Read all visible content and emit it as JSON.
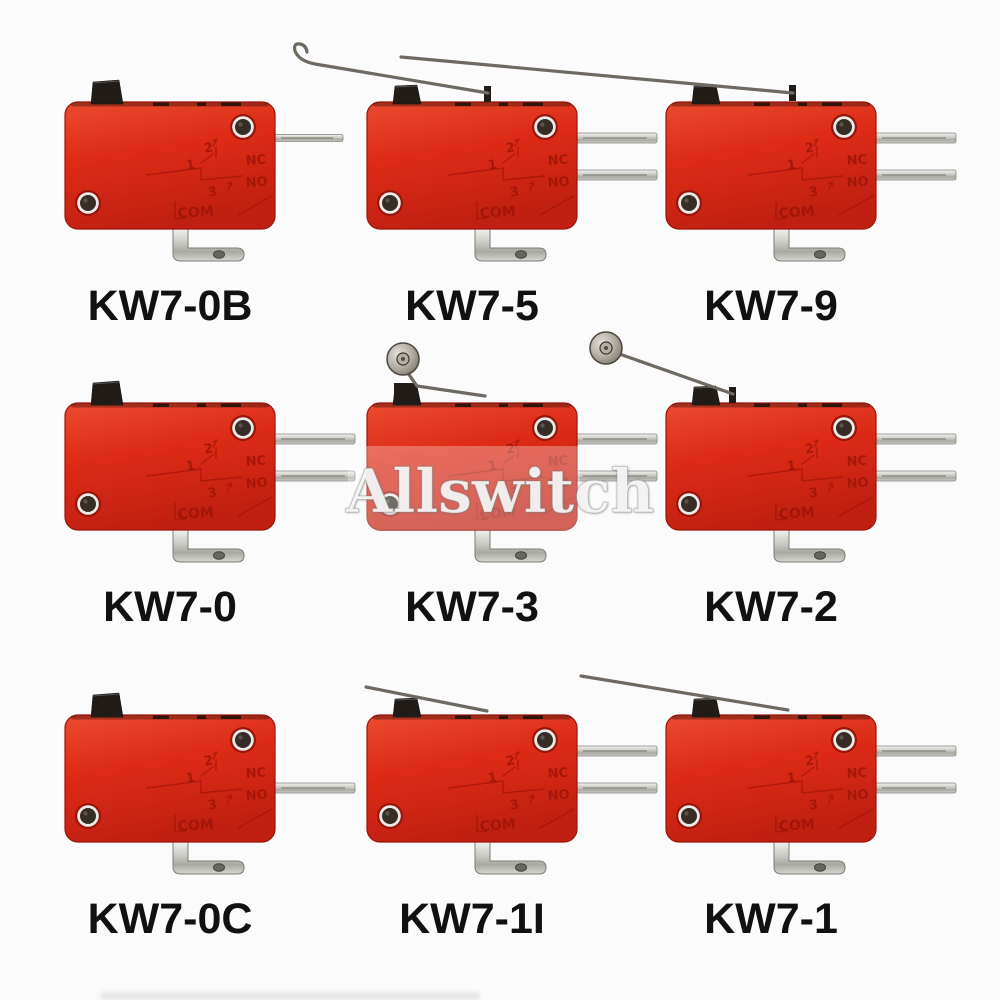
{
  "watermark": {
    "text": "Allswitch"
  },
  "markings": {
    "m1": "1",
    "m2": "2",
    "m3": "3",
    "nc": "NC",
    "no": "NO",
    "com": "COM"
  },
  "colors": {
    "background": "#fbfbfb",
    "body_red_light": "#ea4b30",
    "body_red": "#dd2b16",
    "body_red_dark": "#c02012",
    "body_outline": "#9c1408",
    "emboss": "#9e150a",
    "pin_light": "#f4f4f1",
    "pin_mid": "#cfcfc9",
    "pin_dark": "#a9a9a2",
    "pin_outline": "#85857f",
    "lever": "#6e6a62",
    "plunger": "#221c18",
    "label_text": "#111111"
  },
  "products": [
    {
      "label": "KW7-0B",
      "actuator": "button",
      "pins": [
        {
          "circuit": "NC",
          "length": 72,
          "thick": 7
        }
      ]
    },
    {
      "label": "KW7-5",
      "actuator": "hook-lever",
      "pins": [
        {
          "circuit": "NC"
        },
        {
          "circuit": "NO"
        }
      ]
    },
    {
      "label": "KW7-9",
      "actuator": "long-lever",
      "pins": [
        {
          "circuit": "NC"
        },
        {
          "circuit": "NO"
        }
      ]
    },
    {
      "label": "KW7-0",
      "actuator": "button",
      "pins": [
        {
          "circuit": "NC"
        },
        {
          "circuit": "NO"
        }
      ]
    },
    {
      "label": "KW7-3",
      "actuator": "roller-lever-short",
      "pins": [
        {
          "circuit": "NC"
        },
        {
          "circuit": "NO"
        }
      ]
    },
    {
      "label": "KW7-2",
      "actuator": "roller-lever-long",
      "pins": [
        {
          "circuit": "NC"
        },
        {
          "circuit": "NO"
        }
      ]
    },
    {
      "label": "KW7-0C",
      "actuator": "button",
      "pins": [
        {
          "circuit": "NO",
          "length": 84,
          "thick": 10
        }
      ]
    },
    {
      "label": "KW7-1I",
      "actuator": "short-lever",
      "pins": [
        {
          "circuit": "NC"
        },
        {
          "circuit": "NO"
        }
      ]
    },
    {
      "label": "KW7-1",
      "actuator": "medium-lever",
      "pins": [
        {
          "circuit": "NC"
        },
        {
          "circuit": "NO"
        }
      ]
    }
  ]
}
